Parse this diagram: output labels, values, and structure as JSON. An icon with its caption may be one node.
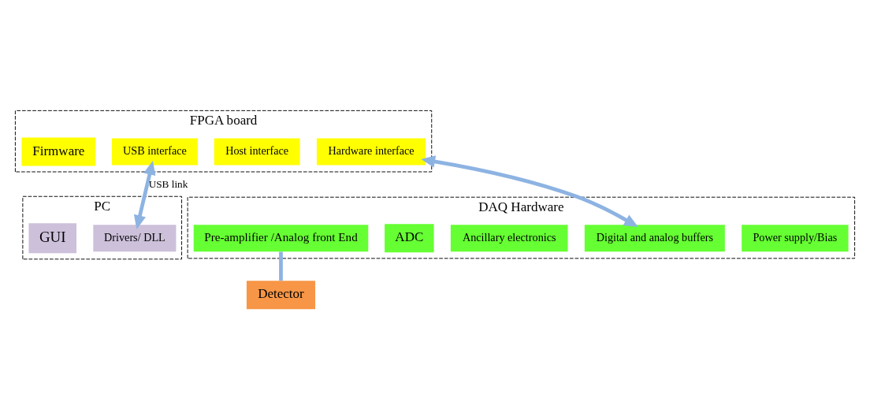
{
  "diagram": {
    "nodes": [
      {
        "text": [
          "FPGA board"
        ]
      },
      {
        "text": [
          "USB interface"
        ],
        "in": 0
      },
      {
        "text": [
          "Host interface"
        ],
        "in": 0
      },
      {
        "text": [
          "Hardware interface"
        ],
        "in": 0
      },
      {
        "text": [
          "Firmware"
        ],
        "in": 0
      },
      {
        "text": [
          "DAQ Hardware"
        ]
      },
      {
        "text": [
          "Power supply/Bias"
        ],
        "in": 5
      },
      {
        "text": [
          "Digital and analog buffers"
        ],
        "in": 5
      },
      {
        "text": [
          "Ancillary electronics"
        ],
        "in": 5
      },
      {
        "text": [
          "ADC"
        ],
        "in": 5
      },
      {
        "text": [
          "Pre-amplifier /Analog front End"
        ],
        "in": 5
      },
      {
        "text": [
          "PC"
        ]
      },
      {
        "text": [
          "Drivers/ DLL"
        ],
        "in": 11
      },
      {
        "text": [
          "GUI"
        ],
        "in": 11
      },
      {
        "text": [
          "Detector"
        ]
      }
    ],
    "edges": [
      {
        "from": 1,
        "to": 12,
        "arrow": "both",
        "label": "USB link"
      },
      {
        "from": 3,
        "to": 7,
        "arrow": "both"
      },
      {
        "from": 10,
        "to": 14,
        "arrow": "none"
      }
    ]
  }
}
